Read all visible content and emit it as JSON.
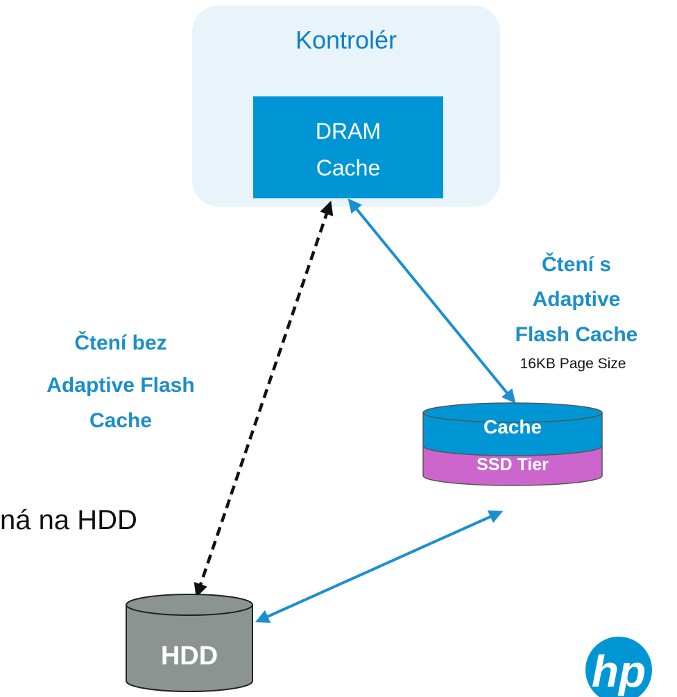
{
  "controller": {
    "title": "Kontrolér",
    "dram_line1": "DRAM",
    "dram_line2": "Cache"
  },
  "left_label": {
    "line1": "Čtení bez",
    "line2": "Adaptive Flash",
    "line3": "Cache"
  },
  "right_label": {
    "line1": "Čtení s",
    "line2": "Adaptive",
    "line3": "Flash Cache",
    "note": "16KB Page Size"
  },
  "ssd": {
    "cache_label": "Cache",
    "tier_label": "SSD Tier"
  },
  "hdd": {
    "label": "HDD"
  },
  "cut_text": "ná na HDD",
  "logo": {
    "text": "hp"
  },
  "colors": {
    "accent": "#0096d6",
    "dram_fill": "#0096d6",
    "controller_bg": "#e8f4fa",
    "ssd_cache": "#0096d6",
    "ssd_tier": "#cc66cc",
    "hdd_body": "#8c9491",
    "label_blue": "#1b8ec9",
    "dashed_arrow": "#111111"
  }
}
